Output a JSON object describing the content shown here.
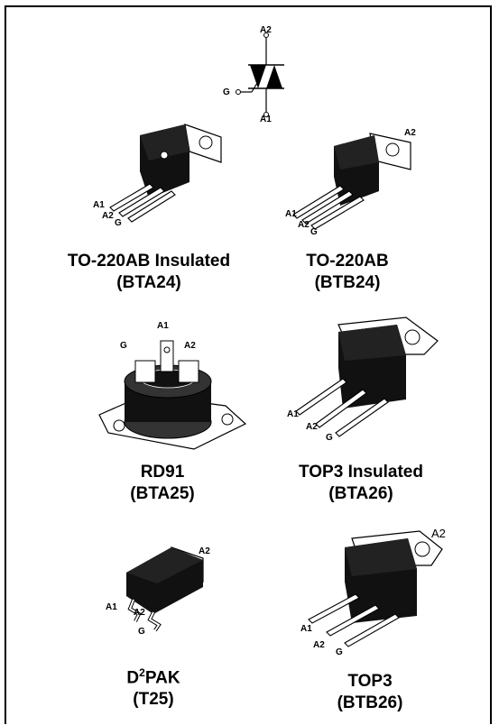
{
  "symbol": {
    "pin_a2": "A2",
    "pin_g": "G",
    "pin_a1": "A1"
  },
  "packages": [
    {
      "name_line1": "TO-220AB Insulated",
      "name_line2": "(BTA24)",
      "pins": [
        "A1",
        "A2",
        "G"
      ]
    },
    {
      "name_line1": "TO-220AB",
      "name_line2": "(BTB24)",
      "pins": [
        "A1",
        "A2",
        "G",
        "A2"
      ]
    },
    {
      "name_line1": "RD91",
      "name_line2": "(BTA25)",
      "pins": [
        "A1",
        "G",
        "A2"
      ]
    },
    {
      "name_line1": "TOP3 Insulated",
      "name_line2": "(BTA26)",
      "pins": [
        "A1",
        "A2",
        "G"
      ]
    },
    {
      "name_prefix": "D",
      "name_sup": "2",
      "name_suffix": "PAK",
      "name_line2": "(T25)",
      "pins": [
        "A2",
        "A1",
        "A2",
        "G"
      ]
    },
    {
      "name_line1": "TOP3",
      "name_line2": "(BTB26)",
      "pins": [
        "A2",
        "A1",
        "A2",
        "G"
      ]
    }
  ]
}
